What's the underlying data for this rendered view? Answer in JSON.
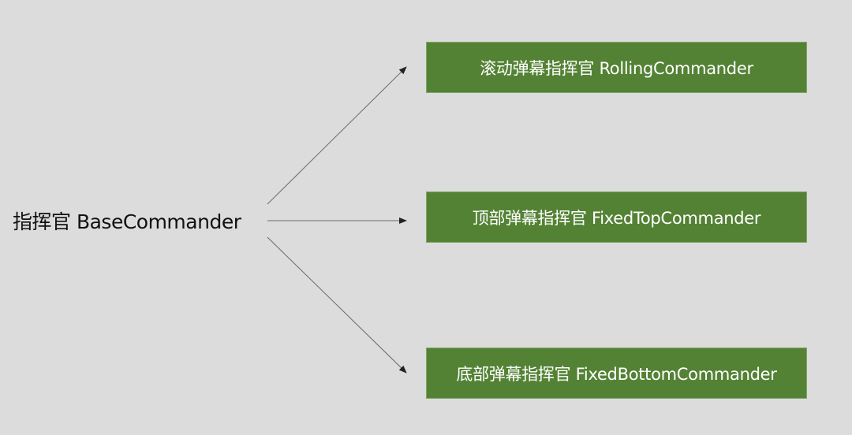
{
  "diagram": {
    "root": {
      "label": "指挥官 BaseCommander"
    },
    "children": [
      {
        "label": "滚动弹幕指挥官 RollingCommander"
      },
      {
        "label": "顶部弹幕指挥官 FixedTopCommander"
      },
      {
        "label": "底部弹幕指挥官 FixedBottomCommander"
      }
    ],
    "edges": [
      {
        "from": "root",
        "to": 0
      },
      {
        "from": "root",
        "to": 1
      },
      {
        "from": "root",
        "to": 2
      }
    ],
    "colors": {
      "background": "#dcdcdc",
      "box_fill": "#538234",
      "box_text": "#ffffff",
      "arrow": "#555555",
      "root_text": "#111111"
    }
  }
}
